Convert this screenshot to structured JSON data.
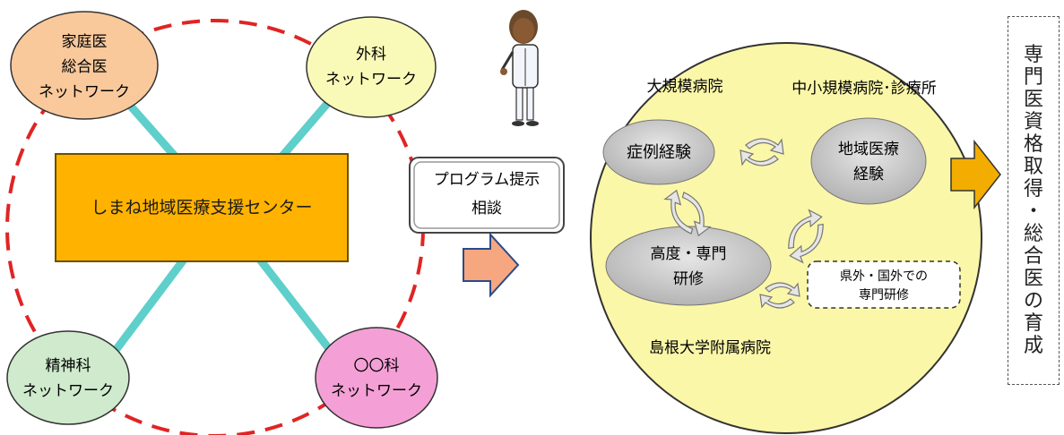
{
  "networks": {
    "family_general": [
      "家庭医",
      "総合医",
      "ネットワーク"
    ],
    "surgery": [
      "外科",
      "ネットワーク"
    ],
    "psychiatry": [
      "精神科",
      "ネットワーク"
    ],
    "other": [
      "〇〇科",
      "ネットワーク"
    ]
  },
  "center": {
    "label": "しまね地域医療支援センター"
  },
  "program_box": {
    "line1": "プログラム提示",
    "line2": "相談"
  },
  "hospital_circle": {
    "large_hospital": "大規模病院",
    "small_hospital": "中小規模病院･診療所",
    "case_experience": "症例経験",
    "regional_experience": [
      "地域医療",
      "経験"
    ],
    "advanced_training": [
      "高度・専門",
      "研修"
    ],
    "external_training": [
      "県外・国外での",
      "専門研修"
    ],
    "university_hospital": "島根大学附属病院"
  },
  "result": {
    "chars": [
      "専",
      "門",
      "医",
      "資",
      "格",
      "取",
      "得",
      "・",
      "総",
      "合",
      "医",
      "の",
      "育",
      "成"
    ]
  },
  "colors": {
    "ellipse_family": "#f9c99c",
    "ellipse_surgery": "#fafab8",
    "ellipse_psych": "#cfeacd",
    "ellipse_other": "#f4a0d6",
    "center_box": "#ffb300",
    "connector": "#5ecfca",
    "dashed_circle": "#e02424",
    "big_circle": "#fbf7a8",
    "node_gray": "#c9c9c9",
    "arrow_salmon": "#f6a77f",
    "arrow_orange": "#f2ad00"
  }
}
